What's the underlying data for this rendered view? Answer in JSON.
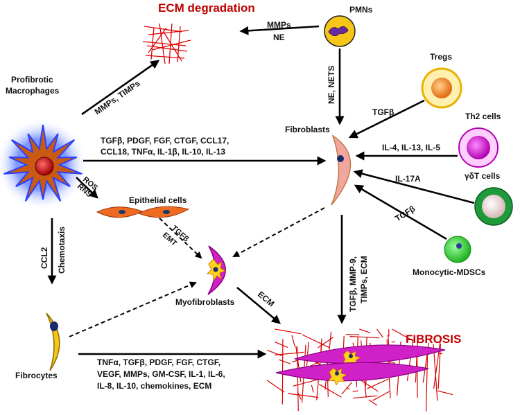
{
  "titles": {
    "ecm_degradation": "ECM degradation",
    "fibrosis": "FIBROSIS"
  },
  "cells": {
    "pmns": "PMNs",
    "tregs": "Tregs",
    "th2": "Th2 cells",
    "gdt": "γδT cells",
    "mdsc": "Monocytic-MDSCs",
    "macrophage_line1": "Profibrotic",
    "macrophage_line2": "Macrophages",
    "fibroblasts": "Fibroblasts",
    "epithelial": "Epithelial cells",
    "myofibroblasts": "Myofibroblasts",
    "fibrocytes": "Fibrocytes"
  },
  "edges": {
    "pmn_to_ecm_line1": "MMPs",
    "pmn_to_ecm_line2": "NE",
    "pmn_to_fibro": "NE, NETS",
    "mac_to_ecm": "MMPs, TIMPs",
    "mac_to_fibro_line1": "TGFβ, PDGF, FGF, CTGF, CCL17,",
    "mac_to_fibro_line2": "CCL18, TNFα, IL-1β, IL-10, IL-13",
    "treg_to_fibro": "TGFβ",
    "th2_to_fibro": "IL-4, IL-13, IL-5",
    "gdt_to_fibro": "IL-17A",
    "mdsc_to_fibro": "TGFβ",
    "mac_to_epi_line1": "ROS",
    "mac_to_epi_line2": "RNS",
    "epi_to_myo_line1": "TGFβ",
    "epi_to_myo_line2": "EMT",
    "mac_to_fibrocyte_line1": "CCL2",
    "mac_to_fibrocyte_line2": "Chemotaxis",
    "myo_to_fibrosis": "ECM",
    "fibro_to_fibrosis_line1": "TGFβ, MMP-9,",
    "fibro_to_fibrosis_line2": "TIMPs, ECM",
    "fibrocyte_to_fibrosis_line1": "TNFα, TGFβ, PDGF, FGF, CTGF,",
    "fibrocyte_to_fibrosis_line2": "VEGF, MMPs, GM-CSF, IL-1, IL-6,",
    "fibrocyte_to_fibrosis_line3": "IL-8, IL-10, chemokines, ECM"
  },
  "colors": {
    "title_red": "#c00000",
    "ecm_red": "#e00000",
    "macrophage": "#c85a12",
    "macrophage_glow": "#3355ff",
    "fibroblast": "#f2a6a0",
    "myofibroblast": "#d020c8",
    "fibrocyte": "#f5c518",
    "treg": "#f08a20",
    "th2": "#d020d0",
    "gdt": "#1f9a3a",
    "mdsc": "#22cc22",
    "pmn": "#f5c518",
    "epithelial": "#ee6a20"
  }
}
